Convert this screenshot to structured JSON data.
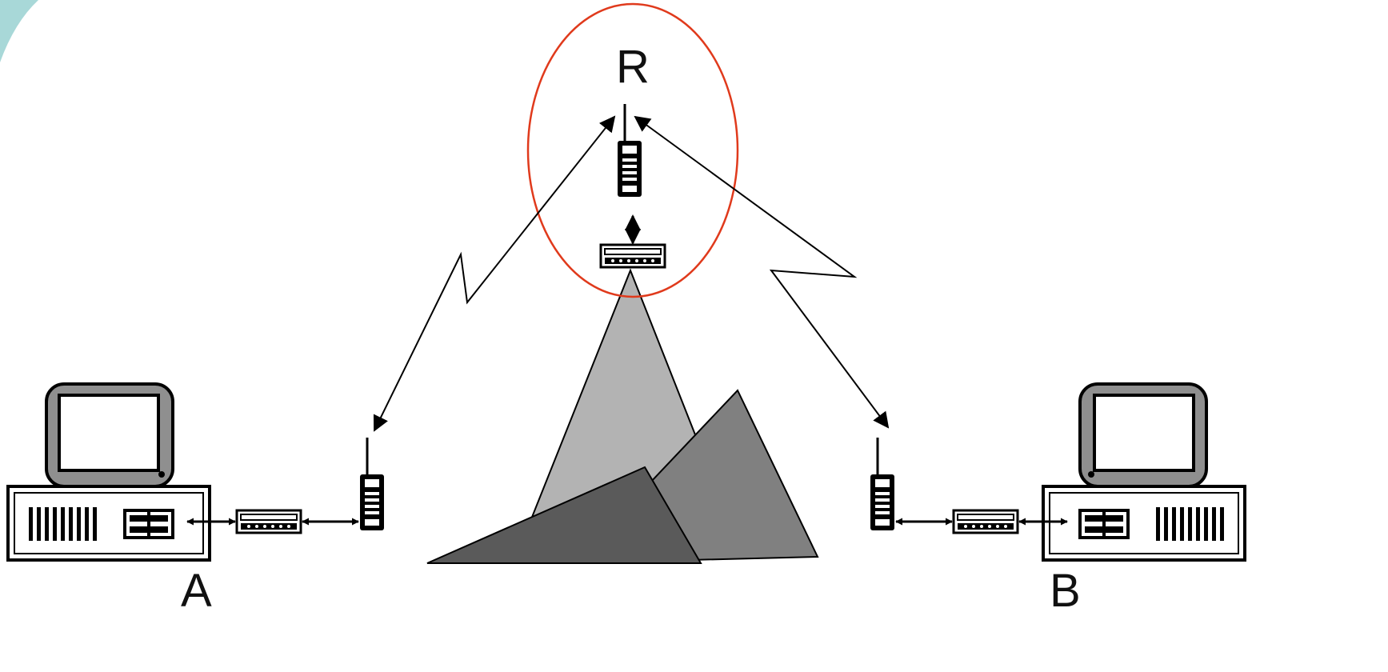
{
  "labels": {
    "station_a": "A",
    "station_b": "B",
    "repeater": "R"
  },
  "colors": {
    "highlight_ellipse": "#e03a1c",
    "corner_accent": "#a8d8d8",
    "mountain_light": "#b3b3b3",
    "mountain_mid": "#808080",
    "mountain_dark": "#5a5a5a",
    "monitor_bezel": "#8f8f8f",
    "ink": "#000000"
  },
  "icons": {
    "computer": "desktop-computer-icon",
    "modem": "modem-icon",
    "radio": "handheld-radio-icon",
    "mountains": "mountain-range-icon"
  }
}
